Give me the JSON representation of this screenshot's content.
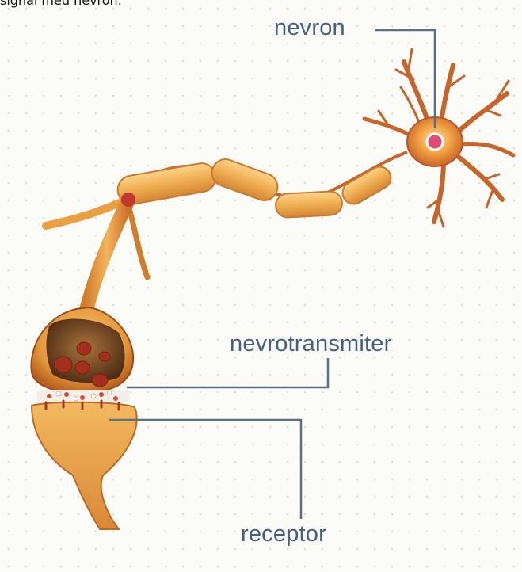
{
  "caption_text": "signal med nevron.",
  "labels": {
    "neuron": "nevron",
    "neurotransmitter": "nevrotransmiter",
    "receptor": "receptor"
  },
  "colors": {
    "label_text": "#44607e",
    "leader_line": "#5b6f86",
    "neuron_body": "#e9a041",
    "axon_segment": "#f0b45c",
    "synapse_dark": "#6b3c1c",
    "vesicle": "#a3301c"
  }
}
